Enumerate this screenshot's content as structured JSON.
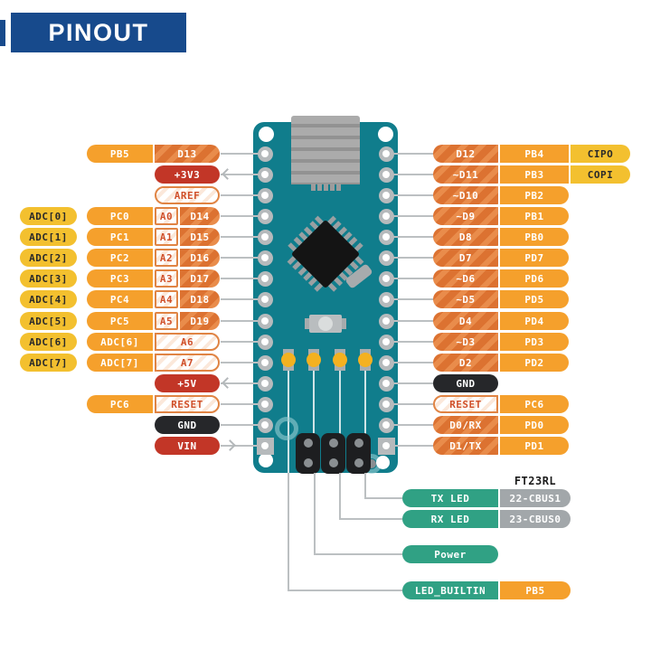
{
  "header": {
    "title": "PINOUT"
  },
  "colors": {
    "header_blue": "#174a8c",
    "board_teal": "#107d8c",
    "yellow": "#f3c02f",
    "orange": "#f5a02c",
    "digital_orange": "#dc7231",
    "power_red": "#c23627",
    "gnd_black": "#26272a",
    "white_pill_text": "#d0502a",
    "led_teal": "#30a184",
    "cbus_gray": "#a2a7aa",
    "line_gray": "#bcc0c2"
  },
  "left_rows": [
    {
      "cells": [
        {
          "t": "PB5",
          "s": "orange",
          "c": "c2"
        },
        {
          "t": "D13",
          "s": "hatch",
          "c": "c3"
        }
      ],
      "arrow": null
    },
    {
      "cells": [
        {
          "t": "+3V3",
          "s": "red",
          "c": "c3"
        }
      ],
      "arrow": "left"
    },
    {
      "cells": [
        {
          "t": "AREF",
          "s": "white",
          "c": "c3"
        }
      ],
      "arrow": null
    },
    {
      "cells": [
        {
          "t": "ADC[0]",
          "s": "yellow",
          "c": "c1"
        },
        {
          "t": "PC0",
          "s": "orange",
          "c": "c2"
        },
        {
          "t": "A0",
          "s": "abox",
          "c": "c3a"
        },
        {
          "t": "D14",
          "s": "hatch",
          "c": "c3b"
        }
      ],
      "arrow": null
    },
    {
      "cells": [
        {
          "t": "ADC[1]",
          "s": "yellow",
          "c": "c1"
        },
        {
          "t": "PC1",
          "s": "orange",
          "c": "c2"
        },
        {
          "t": "A1",
          "s": "abox",
          "c": "c3a"
        },
        {
          "t": "D15",
          "s": "hatch",
          "c": "c3b"
        }
      ],
      "arrow": null
    },
    {
      "cells": [
        {
          "t": "ADC[2]",
          "s": "yellow",
          "c": "c1"
        },
        {
          "t": "PC2",
          "s": "orange",
          "c": "c2"
        },
        {
          "t": "A2",
          "s": "abox",
          "c": "c3a"
        },
        {
          "t": "D16",
          "s": "hatch",
          "c": "c3b"
        }
      ],
      "arrow": null
    },
    {
      "cells": [
        {
          "t": "ADC[3]",
          "s": "yellow",
          "c": "c1"
        },
        {
          "t": "PC3",
          "s": "orange",
          "c": "c2"
        },
        {
          "t": "A3",
          "s": "abox",
          "c": "c3a"
        },
        {
          "t": "D17",
          "s": "hatch",
          "c": "c3b"
        }
      ],
      "arrow": null
    },
    {
      "cells": [
        {
          "t": "ADC[4]",
          "s": "yellow",
          "c": "c1"
        },
        {
          "t": "PC4",
          "s": "orange",
          "c": "c2"
        },
        {
          "t": "A4",
          "s": "abox",
          "c": "c3a"
        },
        {
          "t": "D18",
          "s": "hatch",
          "c": "c3b"
        }
      ],
      "arrow": null
    },
    {
      "cells": [
        {
          "t": "ADC[5]",
          "s": "yellow",
          "c": "c1"
        },
        {
          "t": "PC5",
          "s": "orange",
          "c": "c2"
        },
        {
          "t": "A5",
          "s": "abox",
          "c": "c3a"
        },
        {
          "t": "D19",
          "s": "hatch",
          "c": "c3b"
        }
      ],
      "arrow": null
    },
    {
      "cells": [
        {
          "t": "ADC[6]",
          "s": "yellow",
          "c": "c1"
        },
        {
          "t": "ADC[6]",
          "s": "orange",
          "c": "c2"
        },
        {
          "t": "A6",
          "s": "white",
          "c": "c3"
        }
      ],
      "arrow": null
    },
    {
      "cells": [
        {
          "t": "ADC[7]",
          "s": "yellow",
          "c": "c1"
        },
        {
          "t": "ADC[7]",
          "s": "orange",
          "c": "c2"
        },
        {
          "t": "A7",
          "s": "white",
          "c": "c3"
        }
      ],
      "arrow": null
    },
    {
      "cells": [
        {
          "t": "+5V",
          "s": "red",
          "c": "c3"
        }
      ],
      "arrow": "left"
    },
    {
      "cells": [
        {
          "t": "PC6",
          "s": "orange",
          "c": "c2"
        },
        {
          "t": "RESET",
          "s": "white",
          "c": "c3"
        }
      ],
      "arrow": null
    },
    {
      "cells": [
        {
          "t": "GND",
          "s": "black",
          "c": "c3"
        }
      ],
      "arrow": null
    },
    {
      "cells": [
        {
          "t": "VIN",
          "s": "red",
          "c": "c3"
        }
      ],
      "arrow": "right"
    }
  ],
  "right_rows": [
    {
      "cells": [
        {
          "t": "D12",
          "s": "hatch",
          "c": "r1"
        },
        {
          "t": "PB4",
          "s": "orange",
          "c": "r2"
        },
        {
          "t": "CIPO",
          "s": "yellow",
          "c": "r3"
        }
      ]
    },
    {
      "cells": [
        {
          "t": "~D11",
          "s": "hatch",
          "c": "r1"
        },
        {
          "t": "PB3",
          "s": "orange",
          "c": "r2"
        },
        {
          "t": "COPI",
          "s": "yellow",
          "c": "r3"
        }
      ]
    },
    {
      "cells": [
        {
          "t": "~D10",
          "s": "hatch",
          "c": "r1"
        },
        {
          "t": "PB2",
          "s": "orange",
          "c": "r2"
        }
      ]
    },
    {
      "cells": [
        {
          "t": "~D9",
          "s": "hatch",
          "c": "r1"
        },
        {
          "t": "PB1",
          "s": "orange",
          "c": "r2"
        }
      ]
    },
    {
      "cells": [
        {
          "t": "D8",
          "s": "hatch",
          "c": "r1"
        },
        {
          "t": "PB0",
          "s": "orange",
          "c": "r2"
        }
      ]
    },
    {
      "cells": [
        {
          "t": "D7",
          "s": "hatch",
          "c": "r1"
        },
        {
          "t": "PD7",
          "s": "orange",
          "c": "r2"
        }
      ]
    },
    {
      "cells": [
        {
          "t": "~D6",
          "s": "hatch",
          "c": "r1"
        },
        {
          "t": "PD6",
          "s": "orange",
          "c": "r2"
        }
      ]
    },
    {
      "cells": [
        {
          "t": "~D5",
          "s": "hatch",
          "c": "r1"
        },
        {
          "t": "PD5",
          "s": "orange",
          "c": "r2"
        }
      ]
    },
    {
      "cells": [
        {
          "t": "D4",
          "s": "hatch",
          "c": "r1"
        },
        {
          "t": "PD4",
          "s": "orange",
          "c": "r2"
        }
      ]
    },
    {
      "cells": [
        {
          "t": "~D3",
          "s": "hatch",
          "c": "r1"
        },
        {
          "t": "PD3",
          "s": "orange",
          "c": "r2"
        }
      ]
    },
    {
      "cells": [
        {
          "t": "D2",
          "s": "hatch",
          "c": "r1"
        },
        {
          "t": "PD2",
          "s": "orange",
          "c": "r2"
        }
      ]
    },
    {
      "cells": [
        {
          "t": "GND",
          "s": "black",
          "c": "r1"
        }
      ]
    },
    {
      "cells": [
        {
          "t": "RESET",
          "s": "white",
          "c": "r1"
        },
        {
          "t": "PC6",
          "s": "orange",
          "c": "r2"
        }
      ]
    },
    {
      "cells": [
        {
          "t": "D0/RX",
          "s": "hatch",
          "c": "r1"
        },
        {
          "t": "PD0",
          "s": "orange",
          "c": "r2"
        }
      ]
    },
    {
      "cells": [
        {
          "t": "D1/TX",
          "s": "hatch",
          "c": "r1"
        },
        {
          "t": "PD1",
          "s": "orange",
          "c": "r2"
        }
      ]
    }
  ],
  "bottom": {
    "chip_label": "FT23RL",
    "rows": [
      {
        "cells": [
          {
            "t": "TX LED",
            "s": "teal",
            "c": "b1"
          },
          {
            "t": "22-CBUS1",
            "s": "gray",
            "c": "b2"
          }
        ]
      },
      {
        "cells": [
          {
            "t": "RX LED",
            "s": "teal",
            "c": "b1"
          },
          {
            "t": "23-CBUS0",
            "s": "gray",
            "c": "b2"
          }
        ]
      },
      {
        "cells": [
          {
            "t": "Power",
            "s": "teal",
            "c": "b1"
          }
        ]
      },
      {
        "cells": [
          {
            "t": "LED_BUILTIN",
            "s": "teal",
            "c": "b1"
          },
          {
            "t": "PB5",
            "s": "orange",
            "c": "b2"
          }
        ]
      }
    ]
  }
}
